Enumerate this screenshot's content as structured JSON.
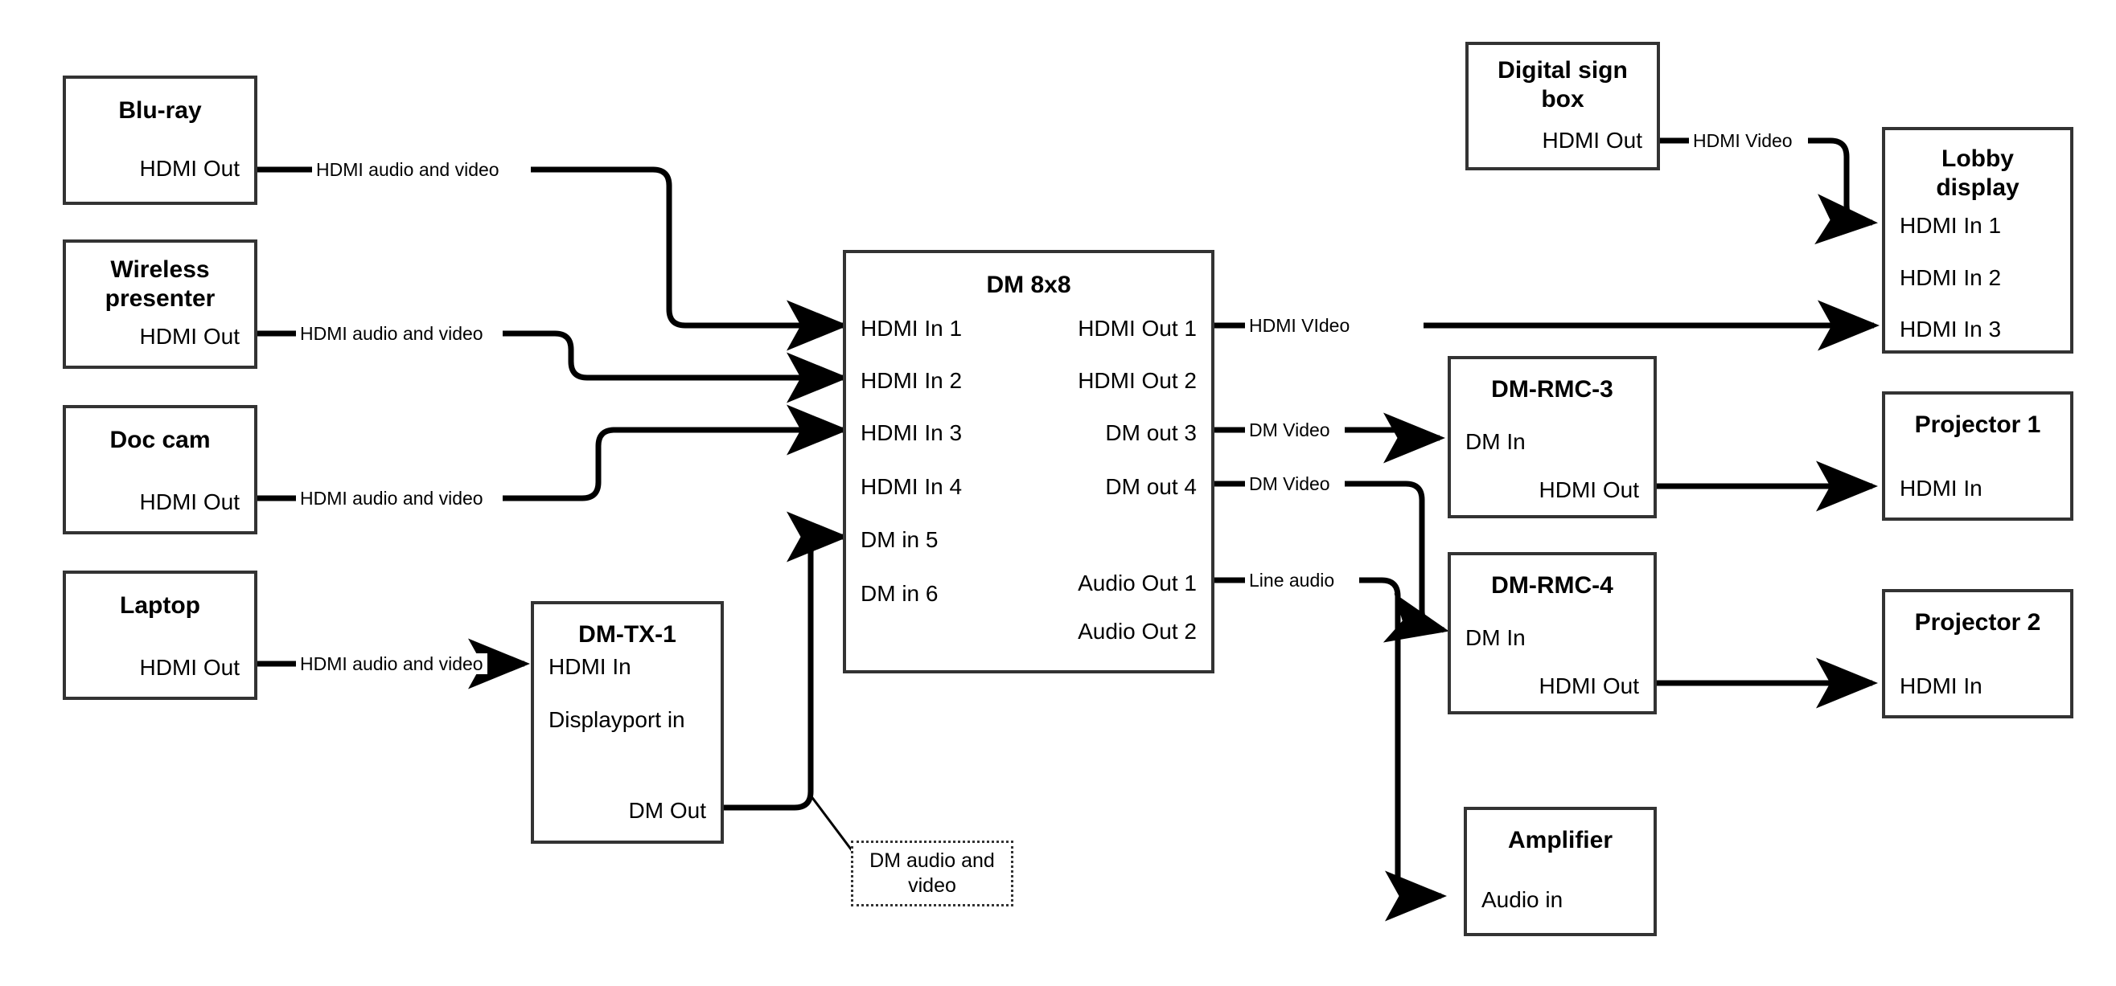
{
  "diagram": {
    "title": "AV signal flow diagram",
    "line_color": "#000000",
    "box_border_color": "#333333",
    "background": "#ffffff"
  },
  "nodes": {
    "bluray": {
      "title": "Blu-ray",
      "ports_left": [],
      "ports_right": [
        "HDMI Out"
      ]
    },
    "wireless": {
      "title": "Wireless presenter",
      "title_line1": "Wireless",
      "title_line2": "presenter",
      "ports_right": [
        "HDMI Out"
      ]
    },
    "doccam": {
      "title": "Doc cam",
      "ports_right": [
        "HDMI Out"
      ]
    },
    "laptop": {
      "title": "Laptop",
      "ports_right": [
        "HDMI Out"
      ]
    },
    "dmtx1": {
      "title": "DM-TX-1",
      "ports_left": [
        "HDMI In",
        "Displayport in"
      ],
      "ports_right": [
        "DM Out"
      ]
    },
    "dm8x8": {
      "title": "DM 8x8",
      "ports_left": [
        "HDMI In 1",
        "HDMI In 2",
        "HDMI In 3",
        "HDMI In 4",
        "DM in 5",
        "DM in 6"
      ],
      "ports_right": [
        "HDMI Out 1",
        "HDMI Out 2",
        "DM out 3",
        "DM out 4",
        "Audio Out 1",
        "Audio Out 2"
      ]
    },
    "digitalsign": {
      "title": "Digital sign box",
      "title_line1": "Digital sign",
      "title_line2": "box",
      "ports_right": [
        "HDMI Out"
      ]
    },
    "lobby": {
      "title": "Lobby display",
      "title_line1": "Lobby",
      "title_line2": "display",
      "ports_left": [
        "HDMI In 1",
        "HDMI In 2",
        "HDMI In 3"
      ]
    },
    "rmc3": {
      "title": "DM-RMC-3",
      "ports_left": [
        "DM In"
      ],
      "ports_right": [
        "HDMI Out"
      ]
    },
    "rmc4": {
      "title": "DM-RMC-4",
      "ports_left": [
        "DM In"
      ],
      "ports_right": [
        "HDMI Out"
      ]
    },
    "projector1": {
      "title": "Projector 1",
      "ports_left": [
        "HDMI In"
      ]
    },
    "projector2": {
      "title": "Projector 2",
      "ports_left": [
        "HDMI In"
      ]
    },
    "amplifier": {
      "title": "Amplifier",
      "ports_left": [
        "Audio in"
      ]
    }
  },
  "wire_labels": {
    "bluray_to_in1": "HDMI audio and video",
    "wireless_to_in2": "HDMI audio and video",
    "doccam_to_in3": "HDMI audio and video",
    "laptop_to_tx1": "HDMI audio and video",
    "sign_to_lobby": "HDMI Video",
    "out1_to_lobby3": "HDMI VIdeo",
    "out3_to_rmc3": "DM Video",
    "out4_to_rmc4": "DM Video",
    "audio1_to_amp": "Line audio"
  },
  "notes": {
    "dm_av": "DM audio and video"
  },
  "connections": [
    {
      "from": "bluray.HDMI Out",
      "to": "dm8x8.HDMI In 1",
      "label": "HDMI audio and video"
    },
    {
      "from": "wireless.HDMI Out",
      "to": "dm8x8.HDMI In 2",
      "label": "HDMI audio and video"
    },
    {
      "from": "doccam.HDMI Out",
      "to": "dm8x8.HDMI In 3",
      "label": "HDMI audio and video"
    },
    {
      "from": "laptop.HDMI Out",
      "to": "dmtx1.HDMI In",
      "label": "HDMI audio and video"
    },
    {
      "from": "dmtx1.DM Out",
      "to": "dm8x8.DM in 5",
      "label": "DM audio and video"
    },
    {
      "from": "dm8x8.HDMI Out 1",
      "to": "lobby.HDMI In 3",
      "label": "HDMI VIdeo"
    },
    {
      "from": "dm8x8.DM out 3",
      "to": "rmc3.DM In",
      "label": "DM Video"
    },
    {
      "from": "dm8x8.DM out 4",
      "to": "rmc4.DM In",
      "label": "DM Video"
    },
    {
      "from": "dm8x8.Audio Out 1",
      "to": "amplifier.Audio in",
      "label": "Line audio"
    },
    {
      "from": "digitalsign.HDMI Out",
      "to": "lobby.HDMI In 1",
      "label": "HDMI Video"
    },
    {
      "from": "rmc3.HDMI Out",
      "to": "projector1.HDMI In",
      "label": ""
    },
    {
      "from": "rmc4.HDMI Out",
      "to": "projector2.HDMI In",
      "label": ""
    }
  ]
}
